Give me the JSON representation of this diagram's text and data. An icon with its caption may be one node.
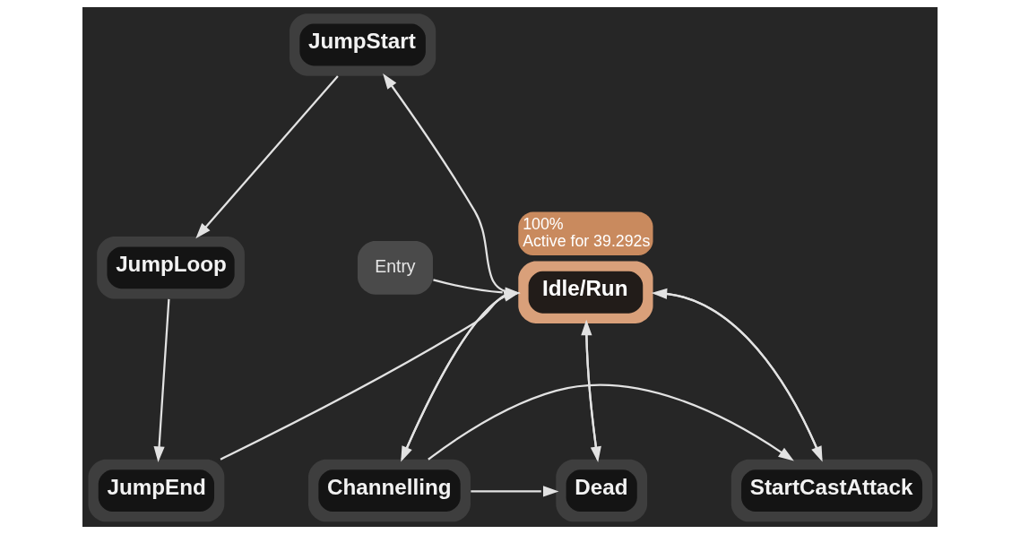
{
  "diagram": {
    "nodes": [
      {
        "text": [
          "JumpStart"
        ]
      },
      {
        "text": [
          "Entry"
        ]
      },
      {
        "text": [
          "Idle/Run"
        ],
        "beside": [
          "100%",
          "Active for 39.292s"
        ]
      },
      {
        "text": [
          "JumpLoop"
        ]
      },
      {
        "text": [
          "JumpEnd"
        ]
      },
      {
        "text": [
          "StartCastAttack"
        ]
      },
      {
        "text": [
          "Channelling"
        ]
      },
      {
        "text": [
          "Dead"
        ]
      }
    ],
    "edges": [
      {
        "from": 1,
        "to": 2,
        "arrow": "to"
      },
      {
        "from": 2,
        "to": 0,
        "arrow": "to"
      },
      {
        "from": 0,
        "to": 3,
        "arrow": "to"
      },
      {
        "from": 3,
        "to": 4,
        "arrow": "to"
      },
      {
        "from": 4,
        "to": 2,
        "arrow": "to"
      },
      {
        "from": 5,
        "to": 2,
        "arrow": "to"
      },
      {
        "from": 2,
        "to": 5,
        "arrow": "to"
      },
      {
        "from": 6,
        "to": 2,
        "arrow": "to"
      },
      {
        "from": 2,
        "to": 6,
        "arrow": "to"
      },
      {
        "from": 7,
        "to": 2,
        "arrow": "to"
      },
      {
        "from": 2,
        "to": 7,
        "arrow": "to"
      },
      {
        "from": 6,
        "to": 5,
        "arrow": "to"
      },
      {
        "from": 6,
        "to": 7,
        "arrow": "to"
      }
    ]
  }
}
